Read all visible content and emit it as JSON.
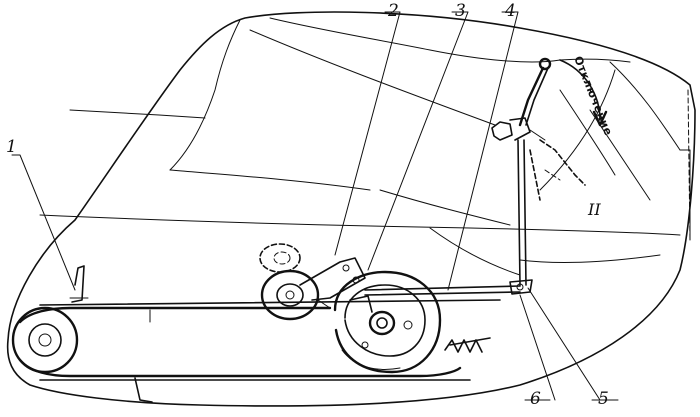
{
  "labels": {
    "l1": "1",
    "l2": "2",
    "l3": "3",
    "l4": "4",
    "l5": "5",
    "l6": "6"
  },
  "arrow_text": "Отключение",
  "position_mark": "II"
}
